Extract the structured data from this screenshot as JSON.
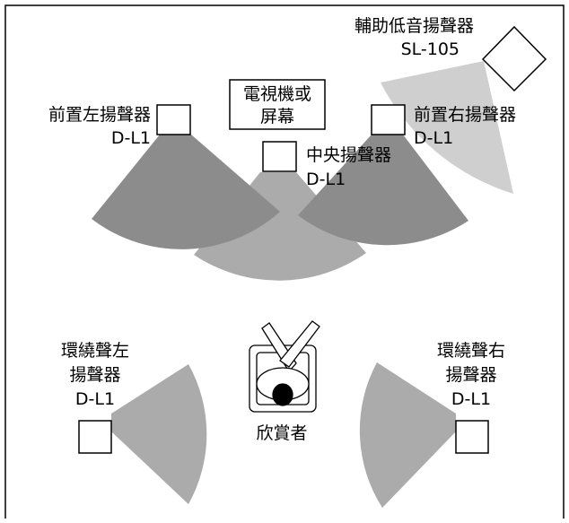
{
  "tv": {
    "line1": "電視機或",
    "line2": "屏幕"
  },
  "front_left": {
    "name": "前置左揚聲器",
    "model": "D-L1"
  },
  "center": {
    "name": "中央揚聲器",
    "model": "D-L1"
  },
  "front_right": {
    "name": "前置右揚聲器",
    "model": "D-L1"
  },
  "subwoofer": {
    "name": "輔助低音揚聲器",
    "model": "SL-105"
  },
  "surround_left": {
    "line1": "環繞聲左",
    "line2": "揚聲器",
    "model": "D-L1"
  },
  "surround_right": {
    "line1": "環繞聲右",
    "line2": "揚聲器",
    "model": "D-L1"
  },
  "listener": {
    "label": "欣賞者"
  },
  "colors": {
    "dark_cone": "#8c8c8c",
    "medium_cone": "#ababab",
    "light_cone": "#cfcfcf",
    "outline": "#000000"
  }
}
